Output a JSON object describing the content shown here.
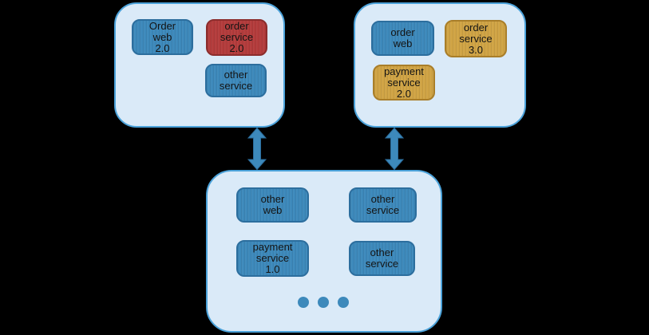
{
  "colors": {
    "background": "#000000",
    "container_fill": "#daeaf8",
    "container_border": "#4ba2da",
    "blue_fill": "#3d89bb",
    "blue_border": "#2c6e9e",
    "red_fill": "#b43c3c",
    "red_border": "#8c2d2d",
    "gold_fill": "#d0a445",
    "gold_border": "#a97e29",
    "arrow_fill": "#3d89bb",
    "arrow_stroke": "#2c6e9e",
    "text": "#141414"
  },
  "clusters": {
    "top_left": {
      "nodes": {
        "order_web_2_0": {
          "label": "Order\nweb\n2.0",
          "type": "blue"
        },
        "order_service_2_0": {
          "label": "order\nservice\n2.0",
          "type": "red"
        },
        "other_service": {
          "label": "other\nservice",
          "type": "blue"
        }
      }
    },
    "top_right": {
      "nodes": {
        "order_web": {
          "label": "order\nweb",
          "type": "blue"
        },
        "order_service_3_0": {
          "label": "order\nservice\n3.0",
          "type": "gold"
        },
        "payment_service_2_0": {
          "label": "payment\nservice\n2.0",
          "type": "gold"
        }
      }
    },
    "bottom": {
      "nodes": {
        "other_web": {
          "label": "other\nweb",
          "type": "blue"
        },
        "other_service_1": {
          "label": "other\nservice",
          "type": "blue"
        },
        "payment_service_1_0": {
          "label": "payment\nservice\n1.0",
          "type": "blue"
        },
        "other_service_2": {
          "label": "other\nservice",
          "type": "blue"
        }
      },
      "ellipsis_dots": 3
    }
  },
  "connectors": [
    {
      "from": "top_left",
      "to": "bottom",
      "style": "double-arrow"
    },
    {
      "from": "top_right",
      "to": "bottom",
      "style": "double-arrow"
    }
  ]
}
